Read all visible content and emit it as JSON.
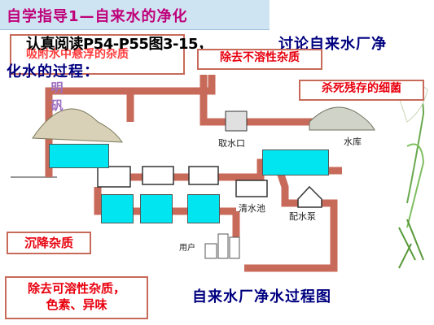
{
  "title": "自学指导1—自来水的净化",
  "instruction": {
    "line1a": "认真阅读P54-P55图3-15，",
    "line1b": "讨论自来水厂净",
    "line2": "化水的过程："
  },
  "alum": [
    "明",
    "矾"
  ],
  "callouts": {
    "adsorb": "吸附水中悬浮的杂质",
    "insoluble": "除去不溶性杂质",
    "kill": "杀死残存的细菌",
    "settle": "沉降杂质",
    "soluble_line1": "除去可溶性杂质，",
    "soluble_line2": "色素、异味"
  },
  "labels": {
    "intake": "取水口",
    "reservoir": "水库",
    "clear_pool": "清水池",
    "pump": "配水泵",
    "user": "用户"
  },
  "caption": "自来水厂净水过程图",
  "colors": {
    "pipe": "#c86a5a",
    "title_bg": "#cfe4f2",
    "title_text": "#c0007a",
    "red_text": "#e8000e",
    "navy_text": "#000080",
    "cyan_box": "#00e5f0"
  }
}
